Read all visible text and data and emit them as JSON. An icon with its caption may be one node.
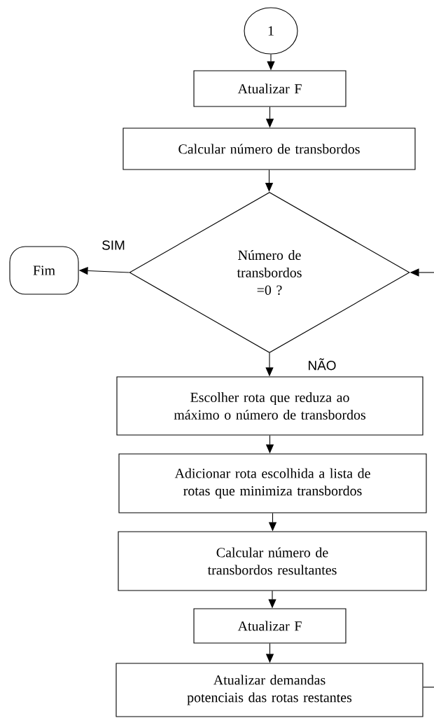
{
  "diagram": {
    "nodes": [
      {
        "text": [
          "1"
        ]
      },
      {
        "text": [
          "Atualizar F"
        ]
      },
      {
        "text": [
          "Calcular número de transbordos"
        ]
      },
      {
        "text": [
          "Número de transbordos =0 ?"
        ]
      },
      {
        "text": [
          "Fim"
        ]
      },
      {
        "text": [
          "Escolher rota que reduza ao máximo o número de transbordos"
        ]
      },
      {
        "text": [
          "Adicionar rota escolhida a lista de rotas que minimiza transbordos"
        ]
      },
      {
        "text": [
          "Calcular número de transbordos resultantes"
        ]
      },
      {
        "text": [
          "Atualizar F"
        ]
      },
      {
        "text": [
          "Atualizar demandas potenciais das rotas restantes"
        ]
      }
    ],
    "edges": [
      {
        "from": 0,
        "to": 1,
        "arrow": "to"
      },
      {
        "from": 1,
        "to": 2,
        "arrow": "to"
      },
      {
        "from": 2,
        "to": 3,
        "arrow": "to"
      },
      {
        "from": 3,
        "to": 4,
        "arrow": "to",
        "label": "SIM"
      },
      {
        "from": 3,
        "to": 5,
        "arrow": "to",
        "label": "NÃO"
      },
      {
        "from": 5,
        "to": 6,
        "arrow": "to"
      },
      {
        "from": 6,
        "to": 7,
        "arrow": "to"
      },
      {
        "from": 7,
        "to": 8,
        "arrow": "to"
      },
      {
        "from": 8,
        "to": 9,
        "arrow": "to"
      },
      {
        "from": 9,
        "to": null,
        "arrow": "none"
      },
      {
        "from": null,
        "to": 3,
        "arrow": "to"
      }
    ]
  }
}
